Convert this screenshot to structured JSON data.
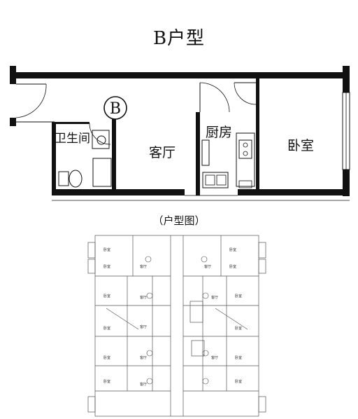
{
  "title": "B户型",
  "unit_mark": "B",
  "rooms": {
    "bathroom": "卫生间",
    "living": "客厅",
    "kitchen": "厨房",
    "bedroom": "卧室"
  },
  "caption": "（户型图）",
  "overview_labels": [
    "卧室",
    "卧室",
    "客厅",
    "卧室",
    "卧室",
    "客厅",
    "客厅",
    "客厅",
    "客厅",
    "客厅",
    "客厅",
    "客厅",
    "卧室",
    "卧室",
    "卧室",
    "卧室",
    "卧室",
    "卧室",
    "卧室",
    "卧室"
  ]
}
